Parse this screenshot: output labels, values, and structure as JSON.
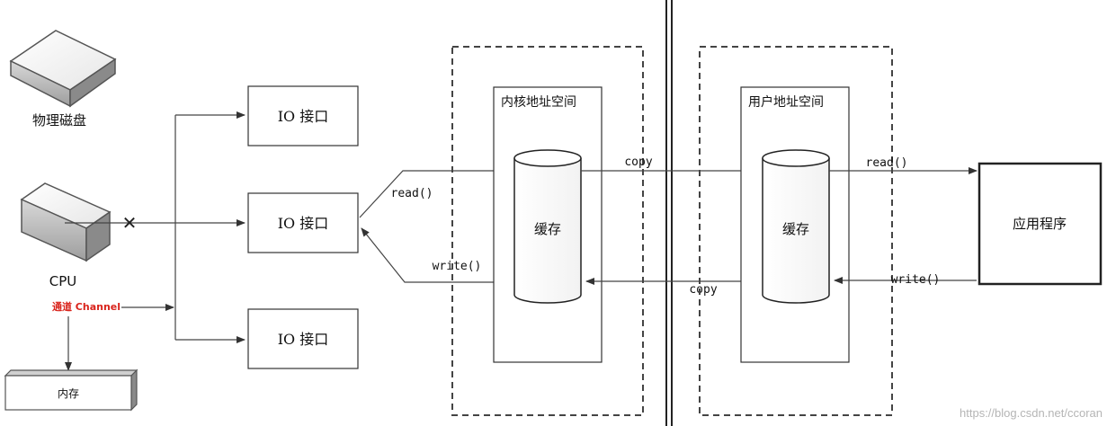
{
  "disk": {
    "label": "物理磁盘"
  },
  "cpu": {
    "label": "CPU"
  },
  "channel": {
    "label": "通道 Channel",
    "color": "#d9241c"
  },
  "memory": {
    "label": "内存"
  },
  "io_ports": [
    {
      "label": "IO 接口"
    },
    {
      "label": "IO 接口"
    },
    {
      "label": "IO 接口"
    }
  ],
  "kernel": {
    "title": "内核地址空间",
    "buffer_label": "缓存"
  },
  "user": {
    "title": "用户地址空间",
    "buffer_label": "缓存"
  },
  "app": {
    "label": "应用程序"
  },
  "arrows": {
    "read_kernel": "read()",
    "write_kernel": "write()",
    "copy_to_user": "copy",
    "copy_to_kernel": "copy",
    "read_app": "read()",
    "write_app": "write()"
  },
  "blocked_mark": "✕",
  "watermark": "https://blog.csdn.net/ccoran",
  "colors": {
    "line": "#444444",
    "border": "#222222",
    "dash": "#555555"
  }
}
